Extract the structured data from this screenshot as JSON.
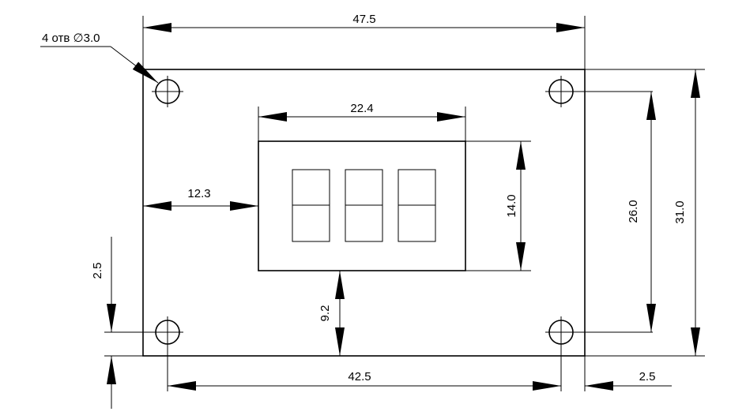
{
  "labels": {
    "hole_note": "4 отв ∅3.0",
    "overall_width": "47.5",
    "hole_spacing_x": "42.5",
    "display_width": "22.4",
    "display_left_offset": "12.3",
    "display_height": "14.0",
    "display_bottom_offset": "9.2",
    "hole_spacing_y": "26.0",
    "overall_height": "31.0",
    "hole_edge_offset_y": "2.5",
    "hole_edge_offset_x": "2.5"
  }
}
